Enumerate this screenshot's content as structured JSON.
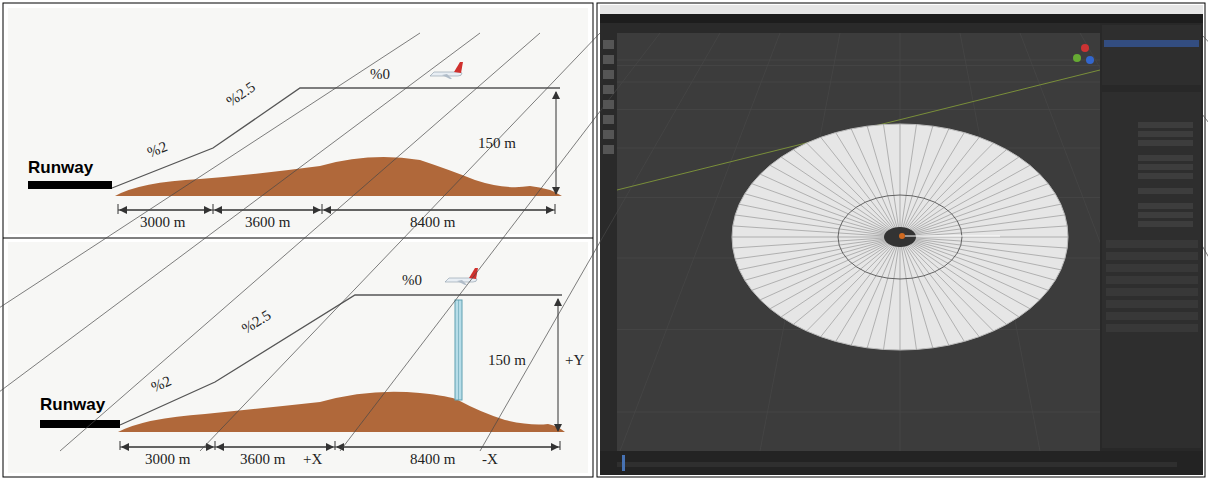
{
  "diagram": {
    "labels": [
      "Runway",
      "%2",
      "%2.5",
      "%0",
      "150 m",
      "3000 m",
      "3600 m",
      "8400 m",
      "Runway",
      "%2",
      "%2.5",
      "%0",
      "150 m",
      "+Y",
      "3000 m",
      "3600 m",
      "+X",
      "8400 m",
      "-X"
    ]
  }
}
